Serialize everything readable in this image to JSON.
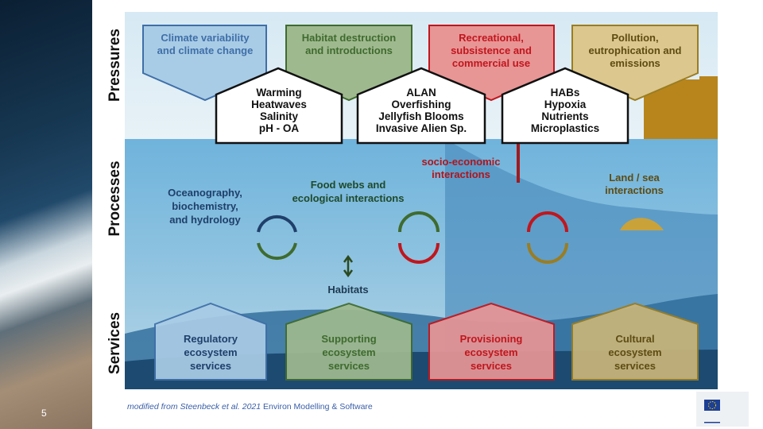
{
  "slide_number": "5",
  "rows": {
    "pressures": "Pressures",
    "processes": "Processes",
    "services": "Services"
  },
  "pressures": [
    {
      "lines": [
        "Climate variability",
        "and climate change"
      ],
      "color": "#3f6fa8"
    },
    {
      "lines": [
        "Habitat destruction",
        "and introductions"
      ],
      "color": "#3f6b2e"
    },
    {
      "lines": [
        "Recreational,",
        "subsistence and",
        "commercial use"
      ],
      "color": "#c0161d"
    },
    {
      "lines": [
        "Pollution,",
        "eutrophication and",
        "emissions"
      ],
      "color": "#7a6317"
    }
  ],
  "drivers": [
    {
      "lines": [
        "Warming",
        "Heatwaves",
        "Salinity",
        "pH - OA"
      ]
    },
    {
      "lines": [
        "ALAN",
        "Overfishing",
        "Jellyfish Blooms",
        "Invasive Alien Sp."
      ]
    },
    {
      "lines": [
        "HABs",
        "Hypoxia",
        "Nutrients",
        "Microplastics"
      ]
    }
  ],
  "processes": {
    "oceanography": [
      "Oceanography,",
      "biochemistry,",
      "and hydrology"
    ],
    "food_webs": [
      "Food webs and",
      "ecological interactions"
    ],
    "socio_economic": [
      "socio-economic",
      "interactions"
    ],
    "land_sea": [
      "Land / sea",
      "interactions"
    ],
    "habitats": "Habitats"
  },
  "services": [
    {
      "lines": [
        "Regulatory",
        "ecosystem",
        "services"
      ],
      "color": "#1f3f6a"
    },
    {
      "lines": [
        "Supporting",
        "ecosystem",
        "services"
      ],
      "color": "#3f6b2e"
    },
    {
      "lines": [
        "Provisioning",
        "ecosystem",
        "services"
      ],
      "color": "#c0161d"
    },
    {
      "lines": [
        "Cultural",
        "ecosystem",
        "services"
      ],
      "color": "#7a6317"
    }
  ],
  "caption": {
    "italic": "modified from Steenbeck et al. 2021",
    "rest": " Environ Modelling & Software"
  }
}
